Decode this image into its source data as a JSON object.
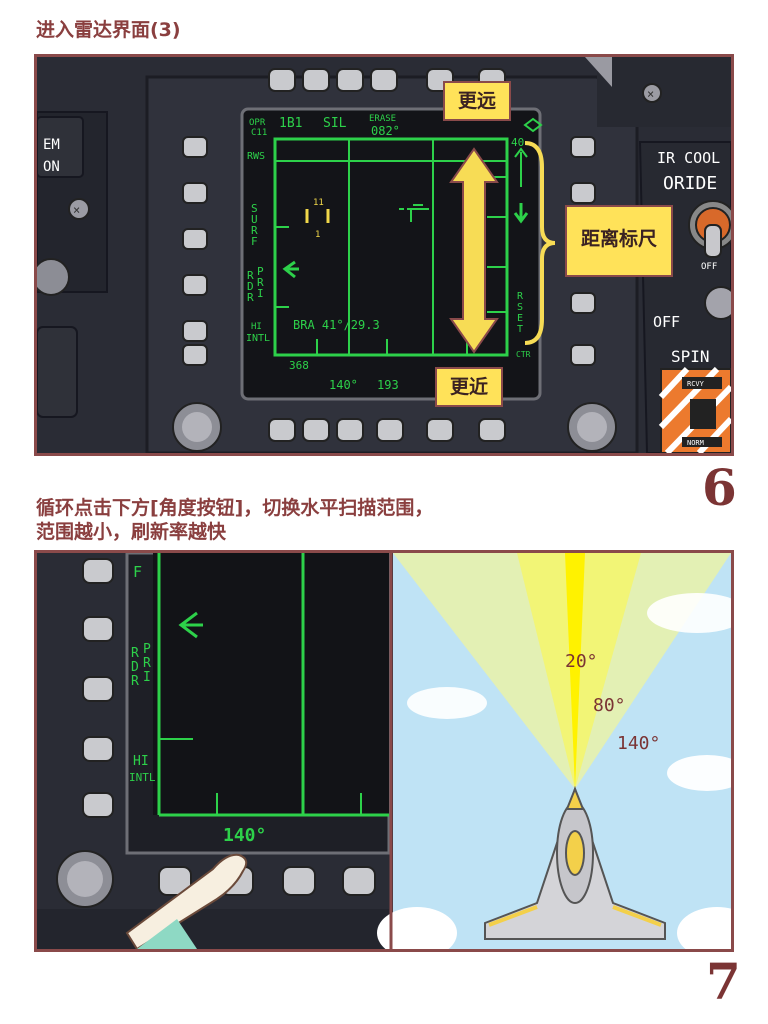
{
  "panel6": {
    "heading": "进入雷达界面(3)",
    "number": "6",
    "callouts": {
      "farther": "更远",
      "closer": "更近",
      "range_scale": "距离标尺"
    },
    "radar": {
      "opr": "OPR",
      "c11": "C11",
      "mode_1b1": "1B1",
      "sil": "SIL",
      "erase": "ERASE",
      "heading": "082°",
      "rws": "RWS",
      "surf": [
        "S",
        "U",
        "R",
        "F"
      ],
      "rdr": [
        "R",
        "D",
        "R"
      ],
      "pri": [
        "P",
        "R",
        "I"
      ],
      "hi": "HI",
      "intl": "INTL",
      "bra": "BRA 41°/29.3",
      "range_top": "40",
      "bottom_left": "368",
      "azimuth": "140°",
      "bottom_right": "193",
      "rset": [
        "R",
        "S",
        "E",
        "T"
      ],
      "ctr": "CTR",
      "target_top": "11",
      "target_bottom": "1"
    },
    "right_panel": {
      "ir_cool": "IR COOL",
      "oride": "ORIDE",
      "off_small": "OFF",
      "off": "OFF",
      "spin": "SPIN",
      "rcvy": "RCVY",
      "norm": "NORM"
    },
    "left_panel": {
      "em": "EM",
      "on": "ON"
    }
  },
  "panel7": {
    "heading_line1": "循环点击下方[角度按钮]，切换水平扫描范围，",
    "heading_line2": "范围越小，刷新率越快",
    "number": "7",
    "radar": {
      "f": "F",
      "rdr": [
        "R",
        "D",
        "R"
      ],
      "pri": [
        "P",
        "R",
        "I"
      ],
      "hi": "HI",
      "intl": "INTL",
      "azimuth": "140°"
    },
    "scan_angles": [
      "20°",
      "80°",
      "140°"
    ]
  },
  "colors": {
    "heading": "#8a3f3f",
    "frame": "#8a4a4a",
    "radar_green": "#2dd14a",
    "callout": "#ffe259",
    "bezel": "#2b2d36",
    "sky": "#bfe3f5"
  }
}
